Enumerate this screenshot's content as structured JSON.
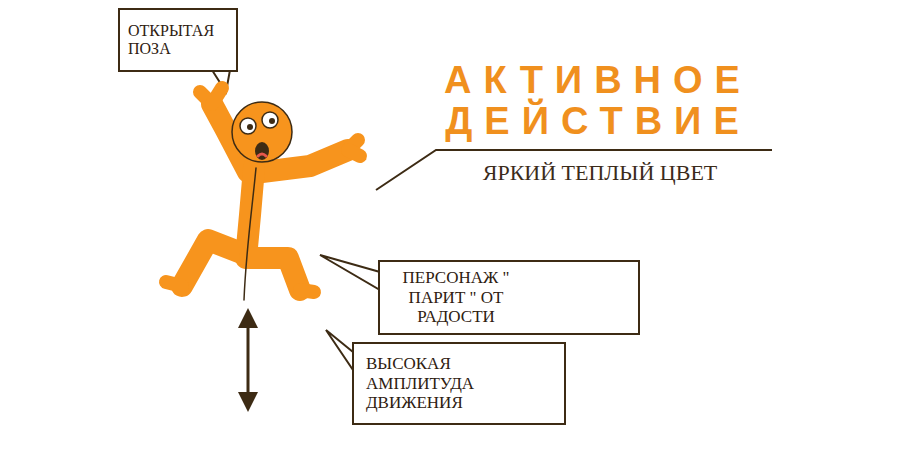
{
  "diagram": {
    "title": "АКТИВНОЕ ДЕЙСТВИЕ",
    "nodes": [
      {
        "text": [
          "ОТКРЫТАЯ ПОЗА"
        ]
      },
      {
        "text": [
          "ПЕРСОНАЖ \" ПАРИТ \" ОТ РАДОСТИ"
        ]
      },
      {
        "text": [
          "ВЫСОКАЯ АМПЛИТУДА ДВИЖЕНИЯ"
        ]
      }
    ],
    "labels": [
      "ЯРКИЙ ТЕПЛЫЙ ЦВЕТ"
    ]
  }
}
